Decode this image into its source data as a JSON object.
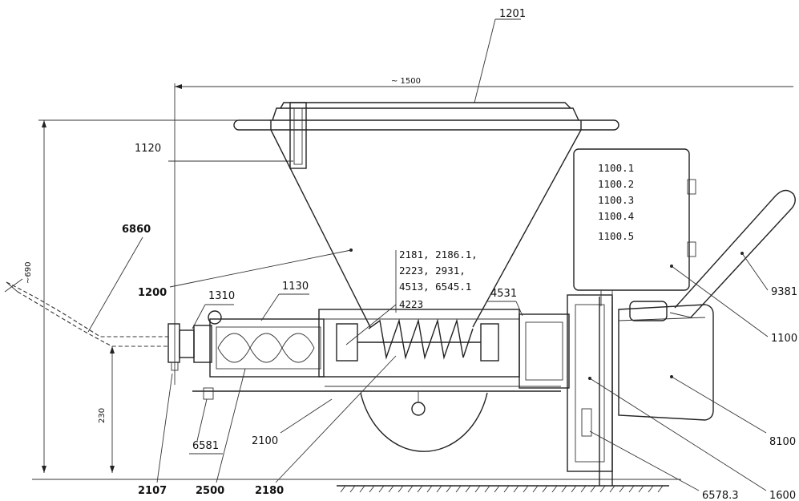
{
  "labels": {
    "l1201": "1201",
    "l1500": "~ 1500",
    "l1120": "1120",
    "l690": "~690",
    "l6860": "6860",
    "l1200": "1200",
    "l1310": "1310",
    "l1130": "1130",
    "l2181a": "2181, 2186.1,",
    "l2181b": "2223, 2931,",
    "l2181c": "4513, 6545.1",
    "l2181d": "4223",
    "l4531": "4531",
    "l1100_1": "1100.1",
    "l1100_2": "1100.2",
    "l1100_3": "1100.3",
    "l1100_4": "1100.4",
    "l1100_5": "1100.5",
    "l9381": "9381",
    "l1100": "1100",
    "l8100": "8100",
    "l230": "230",
    "l6581": "6581",
    "l2100": "2100",
    "l2107": "2107",
    "l2500": "2500",
    "l2180": "2180",
    "l6578": "6578.3",
    "l1600": "1600"
  }
}
